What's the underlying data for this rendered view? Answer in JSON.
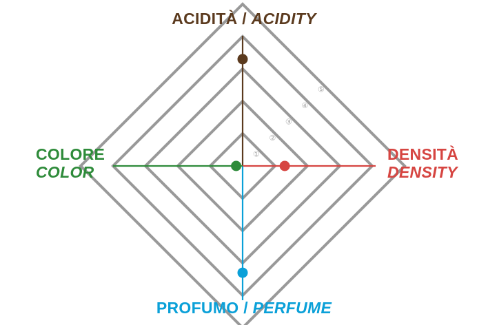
{
  "chart_data": {
    "type": "radar",
    "scale_max": 5,
    "ring_labels": [
      "①",
      "②",
      "③",
      "④",
      "⑤"
    ],
    "axes": [
      {
        "key": "top",
        "name": "ACIDITÀ",
        "name_en": "ACIDITY",
        "separator": " / ",
        "value": 3.3,
        "color": "#5b3a1e"
      },
      {
        "key": "right",
        "name": "DENSITÀ",
        "name_en": "DENSITY",
        "separator": "",
        "value": 1.3,
        "color": "#d64541"
      },
      {
        "key": "bottom",
        "name": "PROFUMO",
        "name_en": "PERFUME",
        "separator": " / ",
        "value": 3.3,
        "color": "#0aa0d8"
      },
      {
        "key": "left",
        "name": "COLORE",
        "name_en": "COLOR",
        "separator": "",
        "value": 0.2,
        "color": "#2e8b3a"
      }
    ],
    "grid_color": "#999999"
  }
}
